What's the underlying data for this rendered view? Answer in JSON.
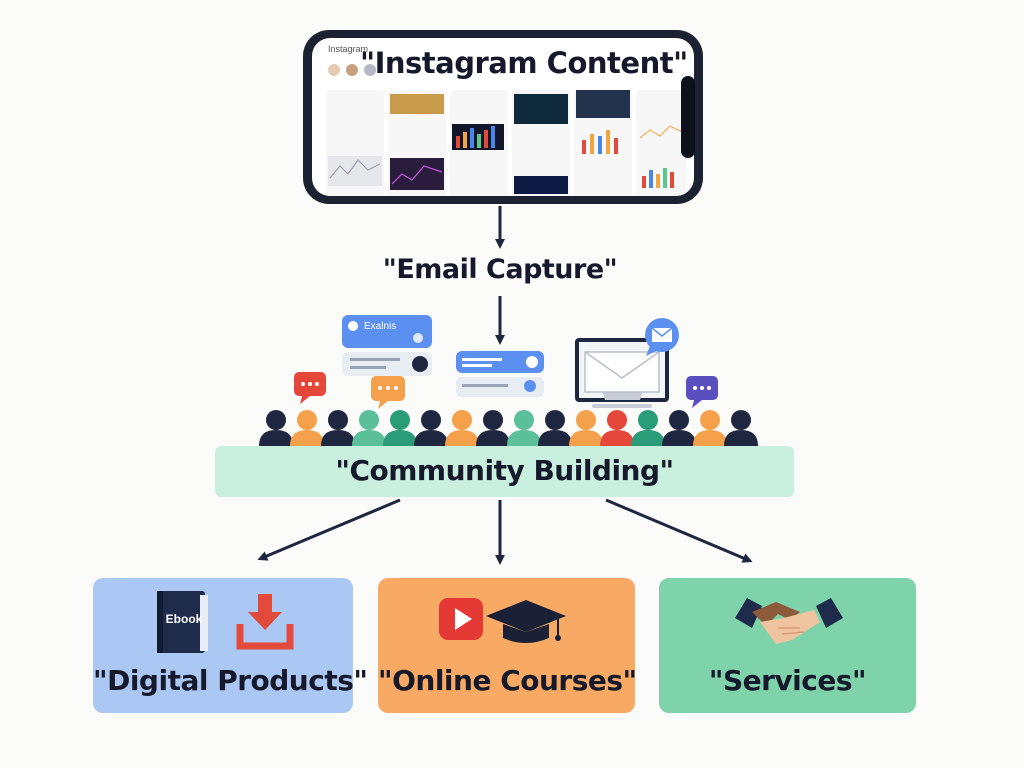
{
  "nodes": {
    "instagram": "\"Instagram Content\"",
    "email": "\"Email Capture\"",
    "community": "\"Community Building\"",
    "digital": "\"Digital Products\"",
    "courses": "\"Online Courses\"",
    "services": "\"Services\""
  },
  "phone_screen": {
    "app_name": "Instagram"
  },
  "email_card": {
    "title": "Exalnis"
  },
  "ebook_label": "Ebook",
  "icons": [
    "phone-icon",
    "chat-bubble-icon",
    "envelope-icon",
    "monitor-icon",
    "people-icon",
    "book-icon",
    "download-icon",
    "play-icon",
    "graduation-cap-icon",
    "handshake-icon"
  ],
  "colors": {
    "arrow": "#1f2640",
    "community_bg": "#c9efdf",
    "digital_bg": "#aac8f3",
    "courses_bg": "#f8aa64",
    "services_bg": "#7fd3ab",
    "chat_red": "#e5473b",
    "chat_orange": "#f5a14b",
    "chat_purple": "#5a4fbf",
    "email_blue": "#4a86e8"
  }
}
